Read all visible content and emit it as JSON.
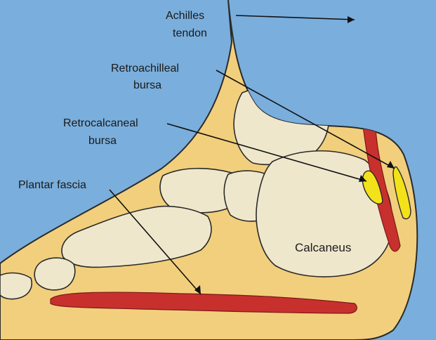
{
  "labels": {
    "achilles_line1": "Achilles",
    "achilles_line2": "tendon",
    "retroachilleal_line1": "Retroachilleal",
    "retroachilleal_line2": "bursa",
    "retrocalcaneal_line1": "Retrocalcaneal",
    "retrocalcaneal_line2": "bursa",
    "plantar_fascia": "Plantar fascia",
    "calcaneus": "Calcaneus"
  },
  "colors": {
    "background": "#7aaedc",
    "soft_tissue": "#f2cf7c",
    "bone": "#efe7cc",
    "tendon": "#c8302e",
    "bursa": "#f2e21a",
    "outline": "#2a2a2a"
  }
}
